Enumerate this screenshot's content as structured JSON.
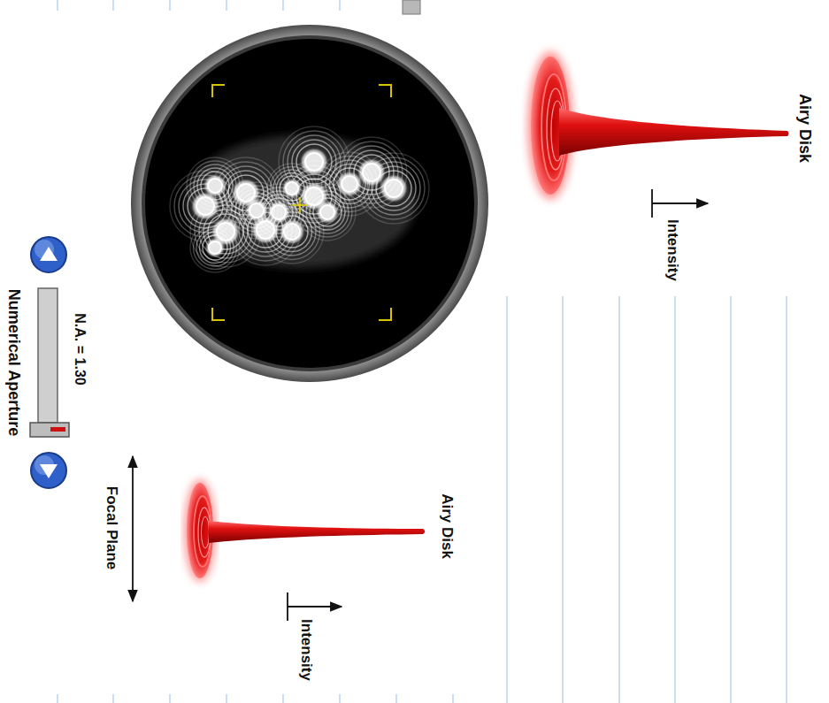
{
  "diagram": {
    "labels": [
      "Airy Disk",
      "Intensity",
      "Airy Disk",
      "Intensity",
      "Focal Plane",
      "N.A. = 1.30",
      "Numerical Aperture"
    ]
  }
}
